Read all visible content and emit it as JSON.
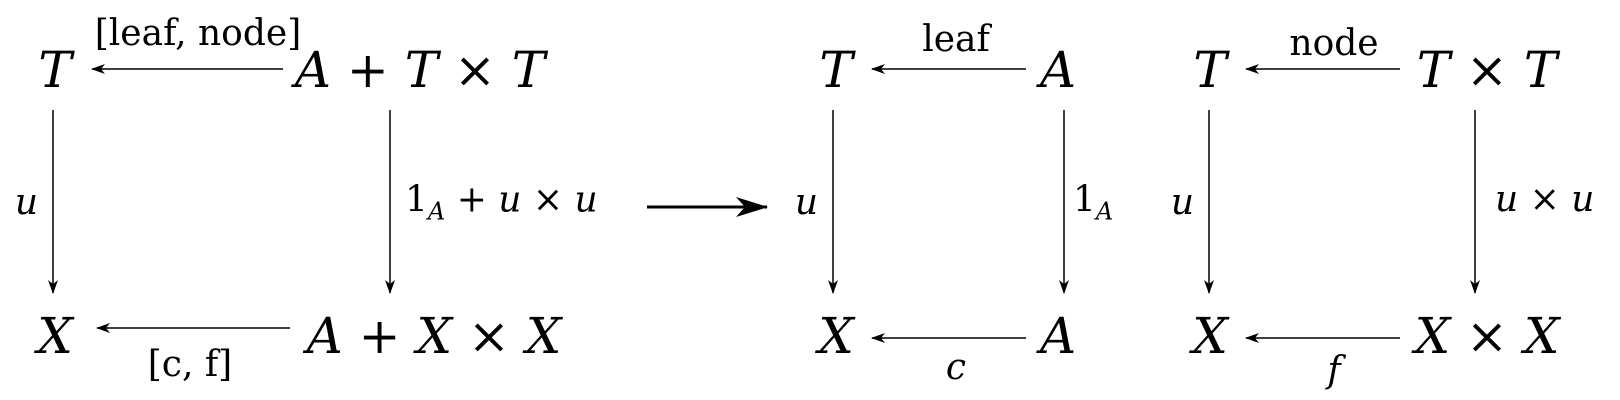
{
  "diagram": {
    "square1": {
      "top_left": "T",
      "top_right": "A + T × T",
      "bottom_left": "X",
      "bottom_right": "A + X × X",
      "top_arrow_label": "[leaf, node]",
      "bottom_arrow_label": "[c, f]",
      "left_arrow_label": "u",
      "right_arrow_label": "1",
      "right_arrow_label_sub": "A",
      "right_arrow_label_rest": " + u × u"
    },
    "square2": {
      "top_left": "T",
      "top_right": "A",
      "bottom_left": "X",
      "bottom_right": "A",
      "top_arrow_label": "leaf",
      "bottom_arrow_label": "c",
      "left_arrow_label": "u",
      "right_arrow_label": "1",
      "right_arrow_label_sub": "A"
    },
    "square3": {
      "top_left": "T",
      "top_right": "T × T",
      "bottom_left": "X",
      "bottom_right": "X × X",
      "top_arrow_label": "node",
      "bottom_arrow_label": "f",
      "left_arrow_label": "u",
      "right_arrow_label": "u × u"
    }
  }
}
